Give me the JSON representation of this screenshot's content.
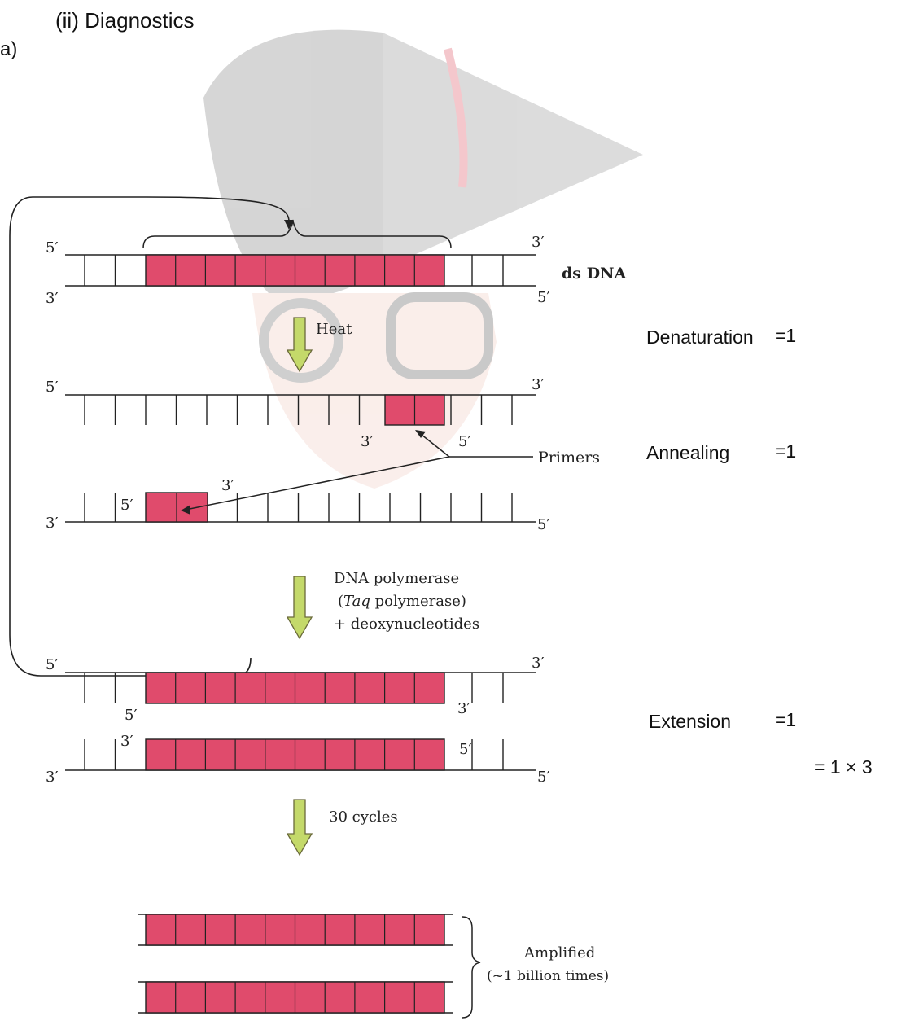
{
  "header": {
    "item_label": "(ii)  Diagnostics",
    "part_label": "a)"
  },
  "diagram": {
    "prime5": "5′",
    "prime3": "3′",
    "ds_dna_label": "ds DNA",
    "heat_label": "Heat",
    "primers_label": "Primers",
    "polymerase_line1": "DNA polymerase",
    "polymerase_line2_italic": "Taq",
    "polymerase_line2_rest": " polymerase)",
    "polymerase_line2_open": "(",
    "polymerase_line3": "+ deoxynucleotides",
    "cycles_label": "30 cycles",
    "amplified_line1": "Amplified",
    "amplified_line2": "(~1 billion times)"
  },
  "marks": {
    "denaturation_label": "Denaturation",
    "denaturation_mark": "=1",
    "annealing_label": "Annealing",
    "annealing_mark": "=1",
    "extension_label": "Extension",
    "extension_mark": "=1",
    "total_mark": "= 1 × 3"
  },
  "colors": {
    "segment_fill": "#e04b6c",
    "arrow_fill": "#c4d96a",
    "arrow_stroke": "#6a6a3a"
  }
}
